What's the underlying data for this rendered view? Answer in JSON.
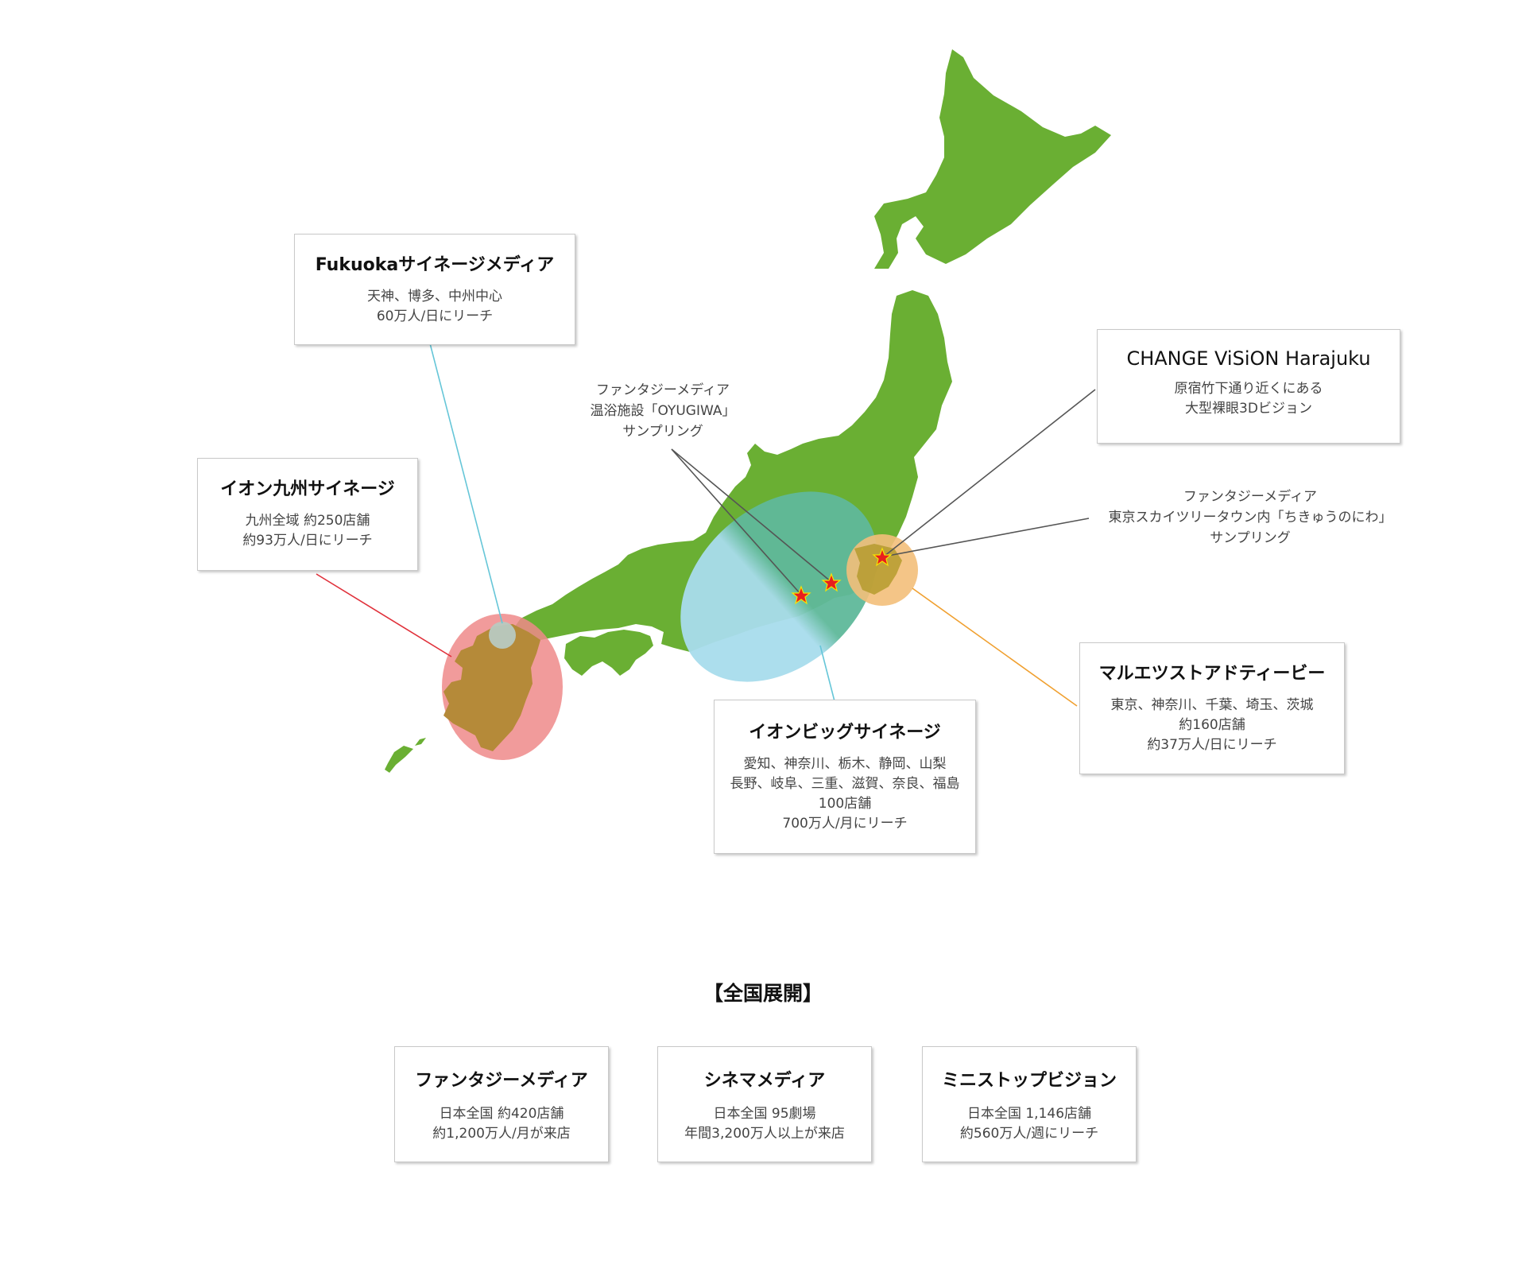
{
  "colors": {
    "land": "#6aaf33",
    "kyushu_land": "#b58a39",
    "kanto_land": "#b59b2e",
    "kyushu_circle": "#ef8a8a",
    "fukuoka_dot": "#b8c9c0",
    "chubu_ellipse_top": "#5fb99a",
    "chubu_ellipse_bottom": "#a8dcec",
    "kanto_circle": "#f3bf7a",
    "star": "#e81e1e",
    "line_fukuoka": "#66c6d8",
    "line_kyushu": "#e0303a",
    "line_dark": "#555555",
    "line_marue": "#f0a030",
    "line_aeon_big": "#66c6d8"
  },
  "boxes": {
    "fukuoka": {
      "title": "Fukuokaサイネージメディア",
      "lines": [
        "天神、博多、中州中心",
        "60万人/日にリーチ"
      ]
    },
    "aeon_kyushu": {
      "title": "イオン九州サイネージ",
      "lines": [
        "九州全域 約250店舗",
        "約93万人/日にリーチ"
      ]
    },
    "change_vision": {
      "title": "CHANGE ViSiON Harajuku",
      "lines": [
        "原宿竹下通り近くにある",
        "大型裸眼3Dビジョン"
      ]
    },
    "marue": {
      "title": "マルエツストアドティービー",
      "lines": [
        "東京、神奈川、千葉、埼玉、茨城",
        "約160店舗",
        "約37万人/日にリーチ"
      ]
    },
    "aeon_big": {
      "title": "イオンビッグサイネージ",
      "lines": [
        "愛知、神奈川、栃木、静岡、山梨",
        "長野、岐阜、三重、滋賀、奈良、福島",
        "100店舗",
        "700万人/月にリーチ"
      ]
    }
  },
  "callouts": {
    "oyugiwa": [
      "ファンタジーメディア",
      "温浴施設「OYUGIWA」",
      "サンプリング"
    ],
    "skytree": [
      "ファンタジーメディア",
      "東京スカイツリータウン内「ちきゅうのにわ」",
      "サンプリング"
    ]
  },
  "nationwide": {
    "title": "【全国展開】",
    "items": [
      {
        "title": "ファンタジーメディア",
        "lines": [
          "日本全国 約420店舗",
          "約1,200万人/月が来店"
        ]
      },
      {
        "title": "シネマメディア",
        "lines": [
          "日本全国 95劇場",
          "年間3,200万人以上が来店"
        ]
      },
      {
        "title": "ミニストップビジョン",
        "lines": [
          "日本全国 1,146店舗",
          "約560万人/週にリーチ"
        ]
      }
    ]
  }
}
